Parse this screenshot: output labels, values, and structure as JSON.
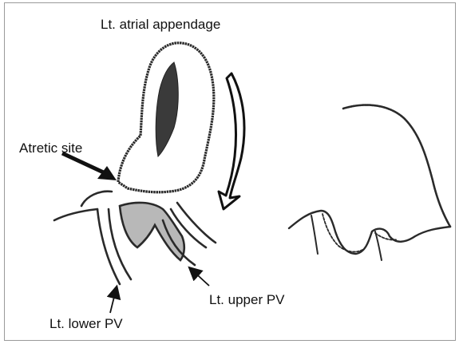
{
  "labels": {
    "appendage": "Lt. atrial appendage",
    "atretic_site": "Atretic site",
    "upper_pv": "Lt. upper PV",
    "lower_pv": "Lt. lower PV"
  },
  "colors": {
    "line": "#2a2a2a",
    "fill_dark": "#3a3a3a",
    "fill_gray": "#b8b8b8",
    "frame": "#9a9a9a"
  }
}
